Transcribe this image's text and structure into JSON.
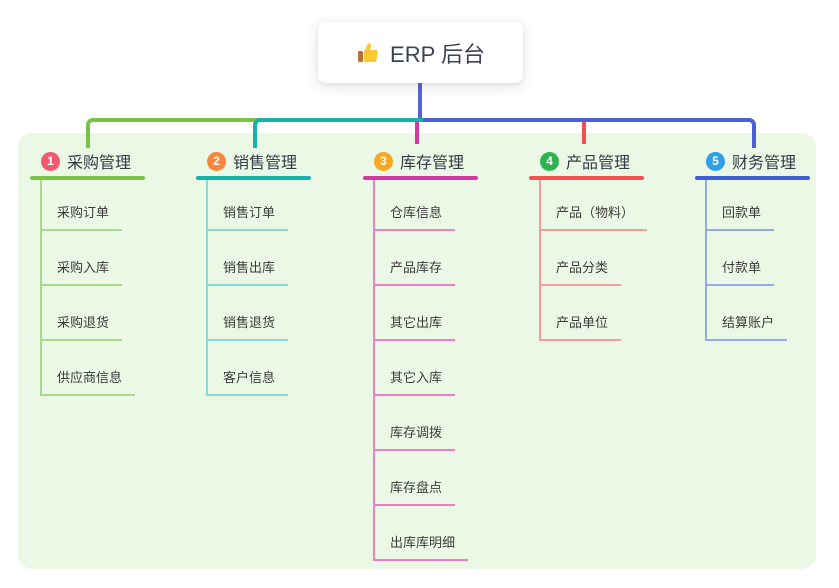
{
  "root": {
    "label": "ERP 后台",
    "icon": "thumbs-up-icon",
    "box_bg": "#ffffff",
    "text_color": "#3b4254",
    "stem_color": "#5663d2"
  },
  "canvas": {
    "page_bg": "#ffffff",
    "panel_bg": "#ecf8e6"
  },
  "connector_colors": {
    "root_vertical": "#5663d2",
    "top_right_blue": "#4b5fd6"
  },
  "branches": [
    {
      "num": "1",
      "title": "采购管理",
      "badge_color": "#f2596f",
      "line_color": "#7cc246",
      "sub_line_color": "#abd88f",
      "items": [
        "采购订单",
        "采购入库",
        "采购退货",
        "供应商信息"
      ]
    },
    {
      "num": "2",
      "title": "销售管理",
      "badge_color": "#f7873c",
      "line_color": "#15b2a8",
      "sub_line_color": "#85dbd2",
      "items": [
        "销售订单",
        "销售出库",
        "销售退货",
        "客户信息"
      ]
    },
    {
      "num": "3",
      "title": "库存管理",
      "badge_color": "#f6a723",
      "line_color": "#d13aa2",
      "sub_line_color": "#ef7ec4",
      "items": [
        "仓库信息",
        "产品库存",
        "其它出库",
        "其它入库",
        "库存调拨",
        "库存盘点",
        "出库库明细"
      ]
    },
    {
      "num": "4",
      "title": "产品管理",
      "badge_color": "#2cb451",
      "line_color": "#f2514f",
      "sub_line_color": "#f59e99",
      "items": [
        "产品（物料）",
        "产品分类",
        "产品单位"
      ]
    },
    {
      "num": "5",
      "title": "财务管理",
      "badge_color": "#2f9fe8",
      "line_color": "#3e5ed1",
      "sub_line_color": "#95aae8",
      "items": [
        "回款单",
        "付款单",
        "结算账户"
      ]
    }
  ]
}
